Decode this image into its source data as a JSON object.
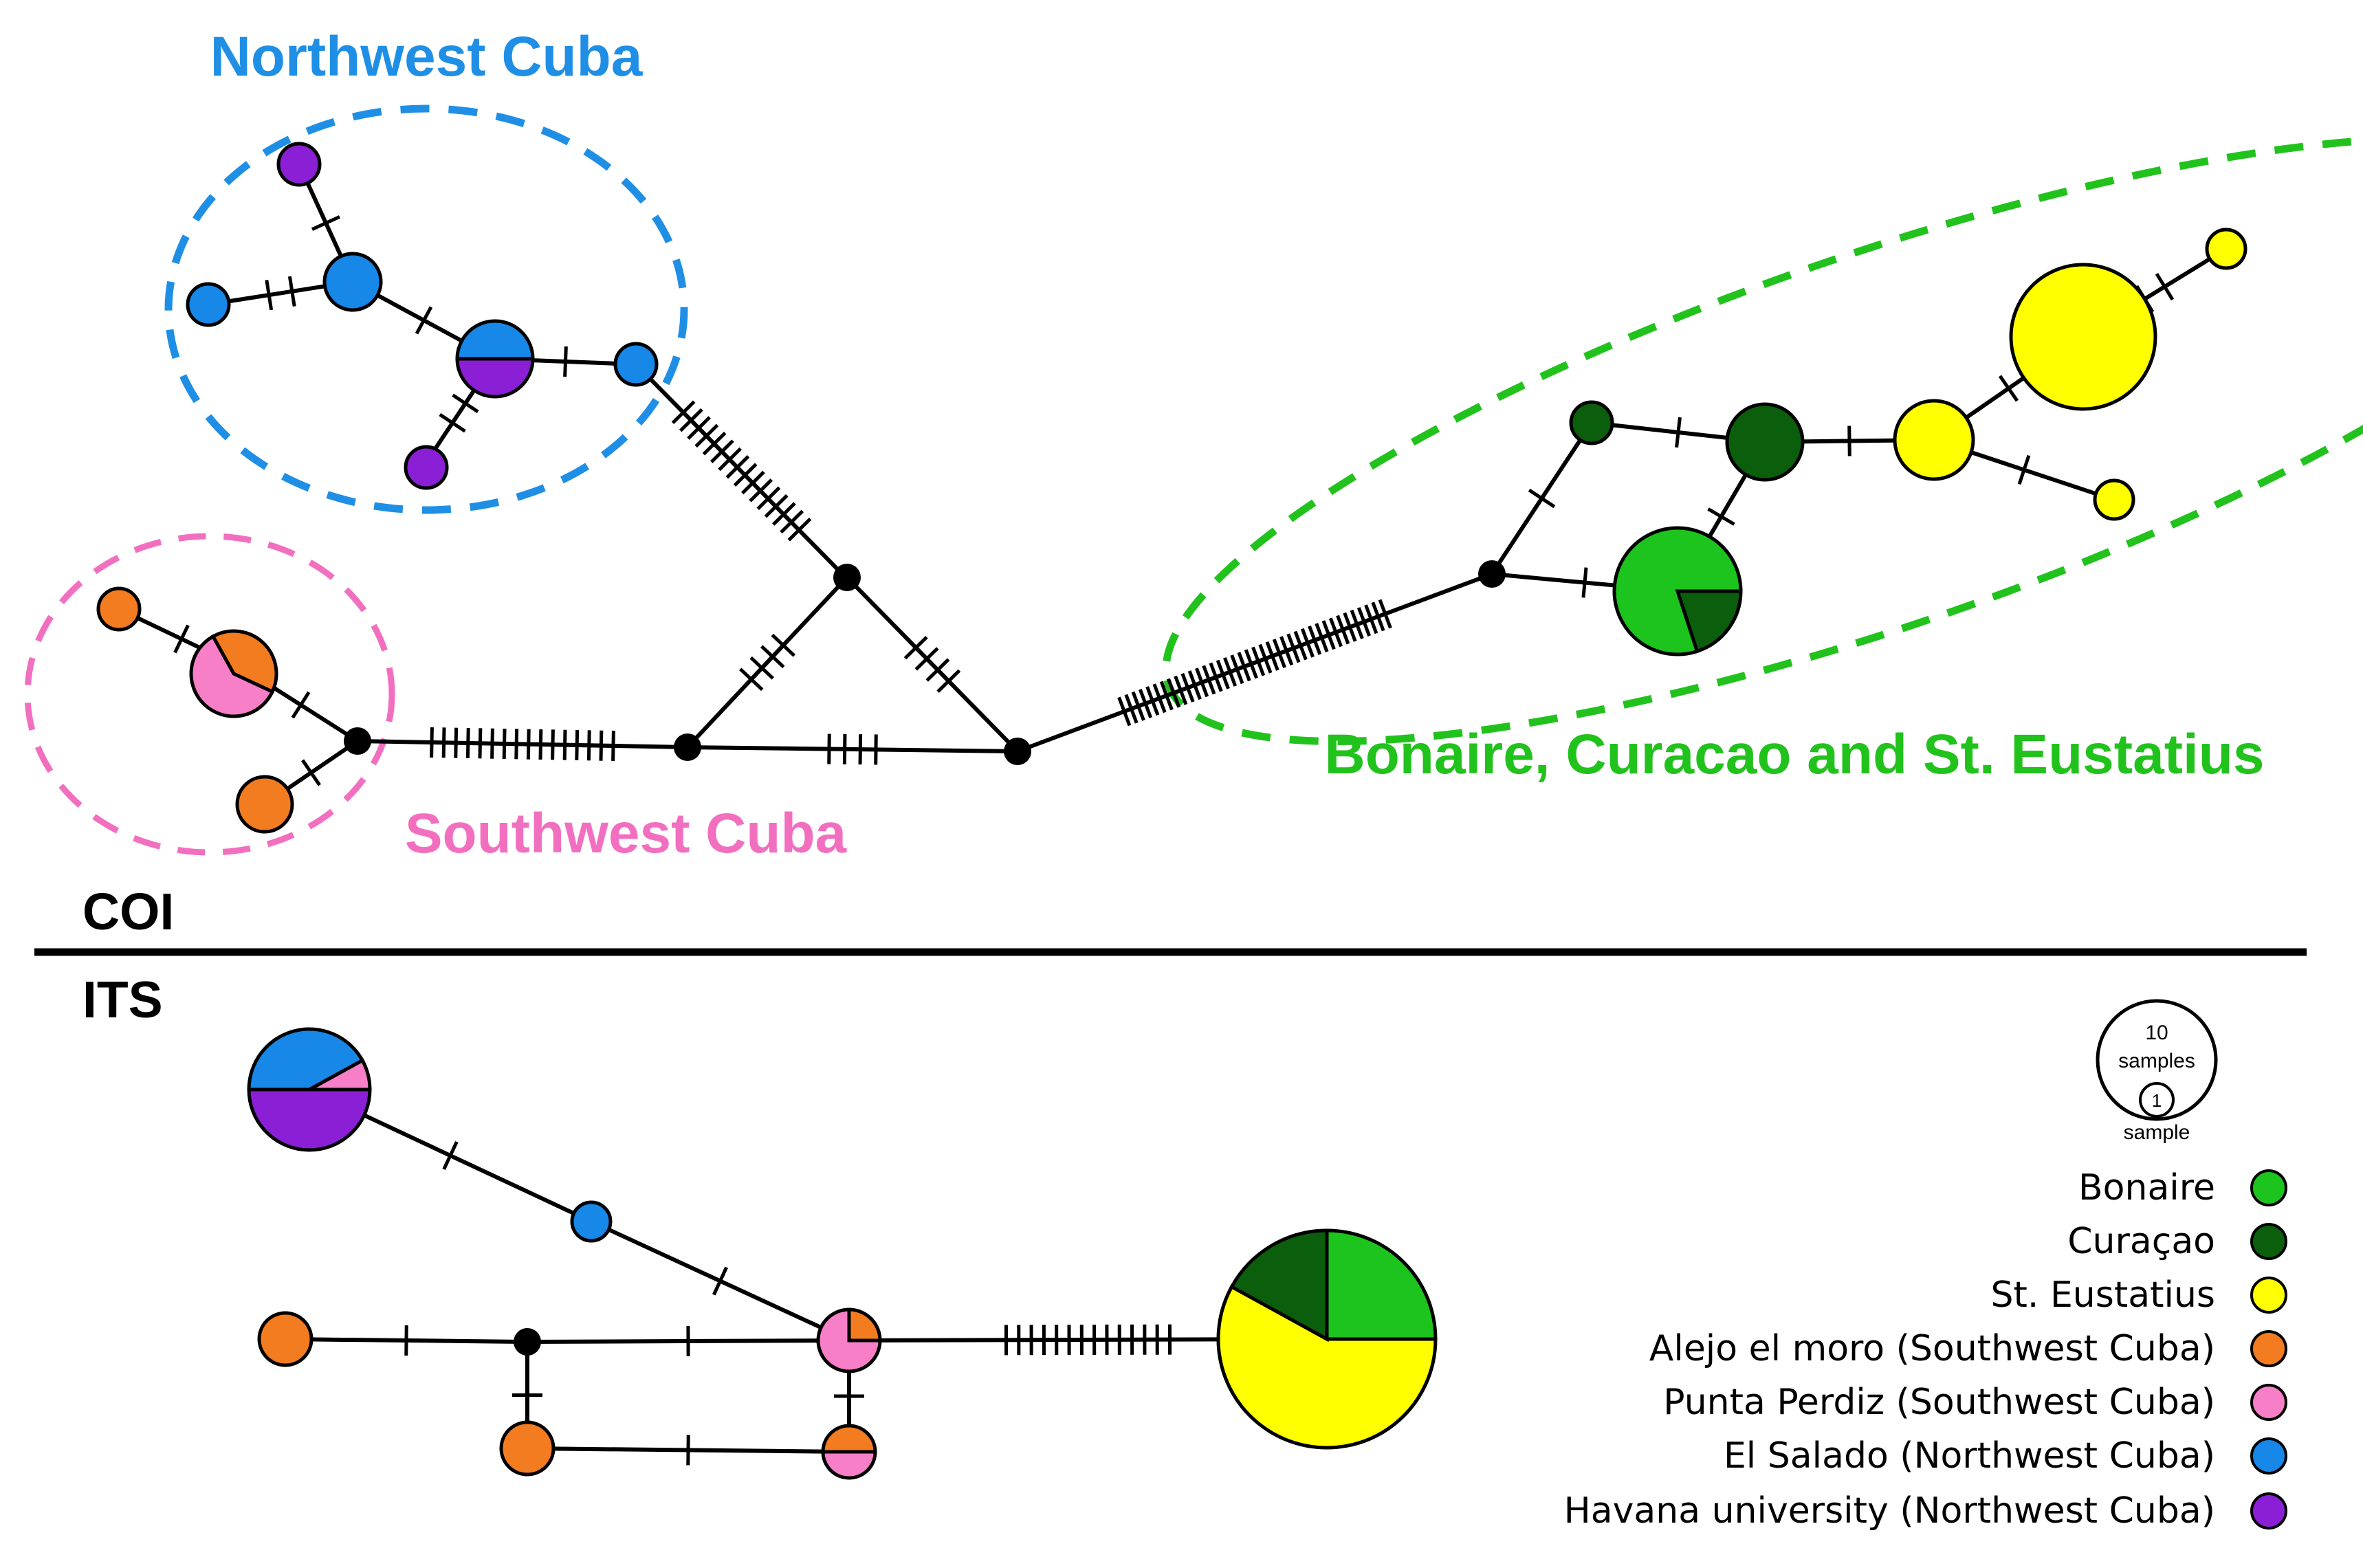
{
  "panels": {
    "top_label": "COI",
    "bottom_label": "ITS"
  },
  "regions": {
    "northwest": "Northwest Cuba",
    "southwest": "Southwest Cuba",
    "abc": "Bonaire, Curacao and St. Eustatius"
  },
  "scale": {
    "large_count": "10",
    "large_unit": "samples",
    "small_count": "1",
    "small_unit": "sample"
  },
  "legend": [
    {
      "label": "Bonaire",
      "color": "#1ec41e"
    },
    {
      "label": "Curaçao",
      "color": "#0b5e0b"
    },
    {
      "label": "St. Eustatius",
      "color": "#ffff00"
    },
    {
      "label": "Alejo el moro (Southwest Cuba)",
      "color": "#f47c20"
    },
    {
      "label": "Punta Perdiz (Southwest Cuba)",
      "color": "#f77fc7"
    },
    {
      "label": "El Salado (Northwest Cuba)",
      "color": "#1787e8"
    },
    {
      "label": "Havana university (Northwest Cuba)",
      "color": "#8b1fd6"
    }
  ],
  "colors": {
    "northwest_outline": "#1f8fe6",
    "southwest_outline": "#f26fc0",
    "abc_outline": "#22c21d"
  }
}
